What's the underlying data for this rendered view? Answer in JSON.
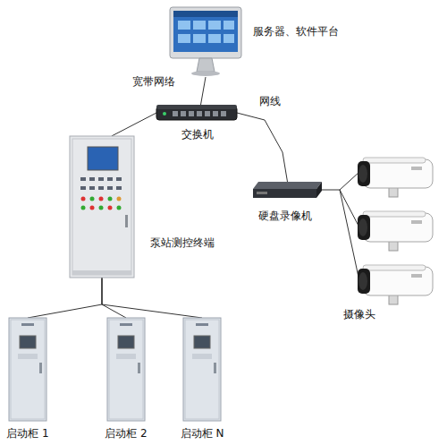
{
  "diagram": {
    "nodes": [
      {
        "text": [
          "服务器、软件平台"
        ]
      },
      {
        "text": [
          "交换机"
        ]
      },
      {
        "text": [
          "泵站测控终端"
        ]
      },
      {
        "text": [
          "硬盘录像机"
        ]
      },
      {
        "text": [
          "摄像头"
        ]
      },
      {
        "text": [
          "启动柜 1"
        ]
      },
      {
        "text": [
          "启动柜 2"
        ]
      },
      {
        "text": [
          "启动柜 N"
        ]
      }
    ],
    "edges": [
      {
        "from": 0,
        "to": 1,
        "arrow": "none",
        "label": "宽带网络"
      },
      {
        "from": 1,
        "to": 2,
        "arrow": "none"
      },
      {
        "from": 1,
        "to": 3,
        "arrow": "none",
        "label": "网线"
      },
      {
        "from": 3,
        "to": 4,
        "arrow": "none"
      },
      {
        "from": 2,
        "to": 5,
        "arrow": "none"
      },
      {
        "from": 2,
        "to": 6,
        "arrow": "none"
      },
      {
        "from": 2,
        "to": 7,
        "arrow": "none"
      }
    ]
  }
}
